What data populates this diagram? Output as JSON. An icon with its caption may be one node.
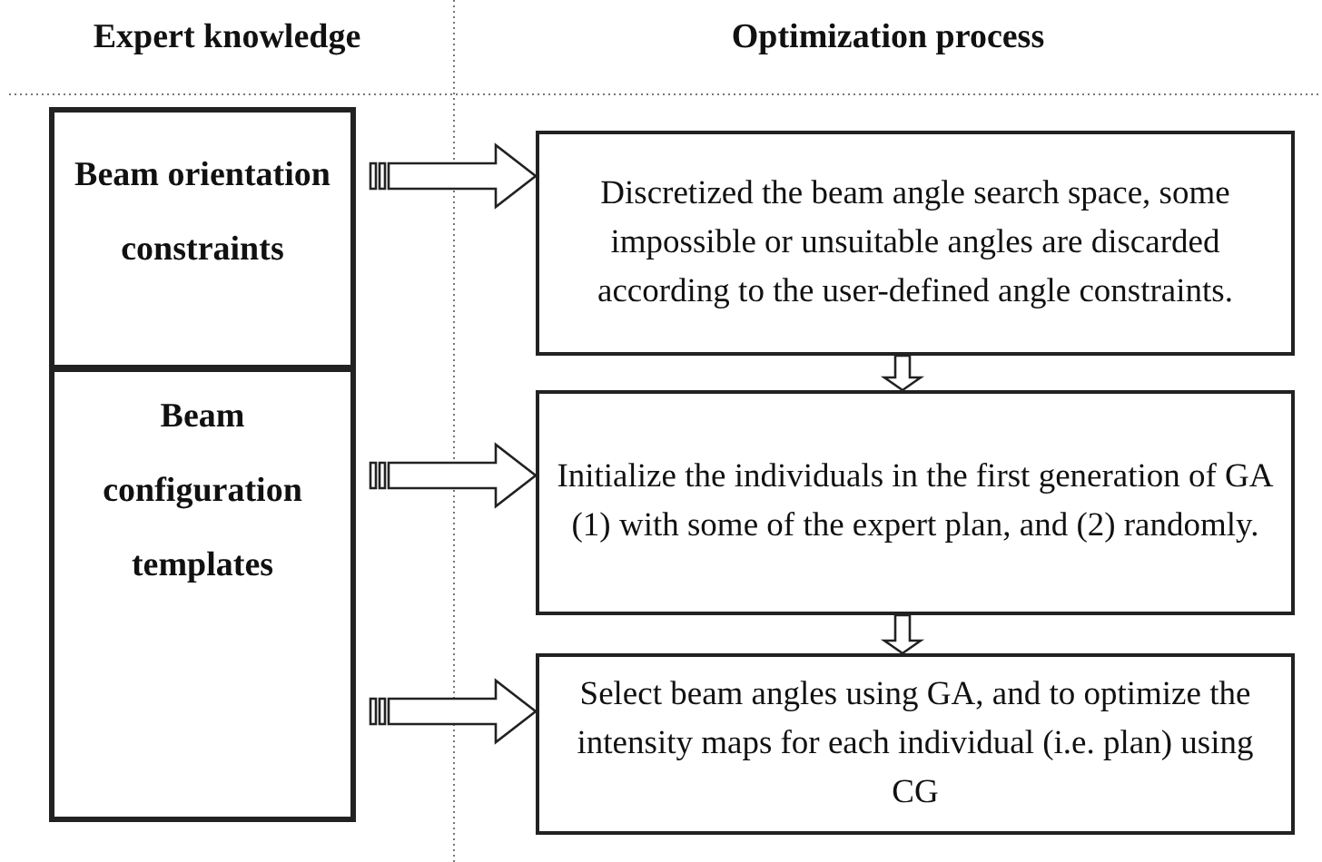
{
  "diagram": {
    "nodes": [
      {
        "text": [
          "Beam orientation constraints"
        ]
      },
      {
        "text": [
          "Beam configuration templates"
        ]
      },
      {
        "text": [
          "Discretized the beam angle search space, some impossible or unsuitable angles are discarded according to the user-defined angle constraints."
        ]
      },
      {
        "text": [
          "Initialize the individuals in the first generation of GA (1) with some of the expert plan, and (2) randomly."
        ]
      },
      {
        "text": [
          "Select beam angles using GA, and to optimize the intensity maps for each individual (i.e. plan) using CG"
        ]
      }
    ],
    "edges": [
      {
        "from": 0,
        "to": 2,
        "arrow": "to"
      },
      {
        "from": 1,
        "to": 3,
        "arrow": "to"
      },
      {
        "from": 1,
        "to": 4,
        "arrow": "to"
      },
      {
        "from": 2,
        "to": 3,
        "arrow": "to"
      },
      {
        "from": 3,
        "to": 4,
        "arrow": "to"
      }
    ],
    "labels": [
      "Expert knowledge",
      "Optimization process"
    ]
  }
}
